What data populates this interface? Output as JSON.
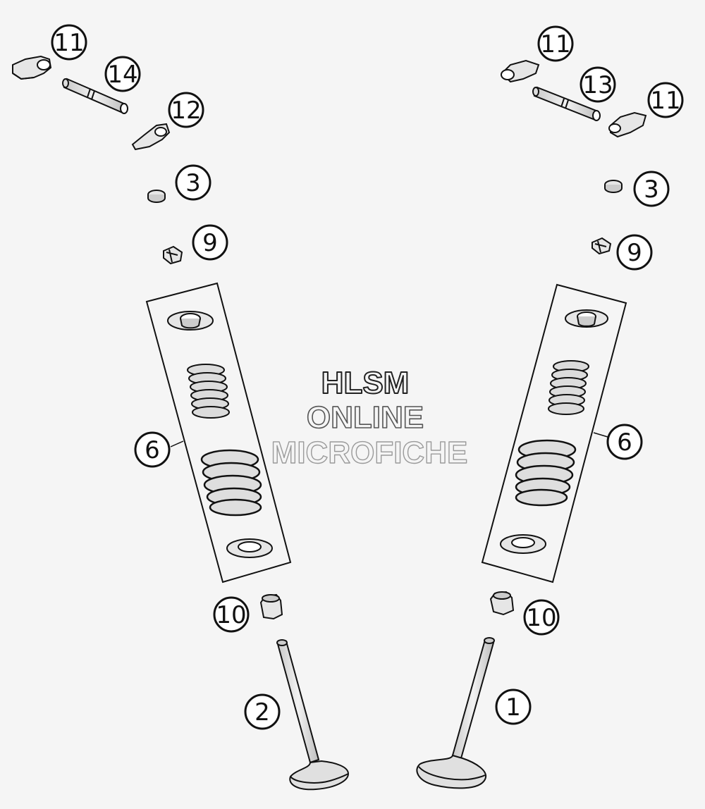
{
  "diagram": {
    "callouts": [
      {
        "id": "left-rocker-arm-11",
        "label": "11"
      },
      {
        "id": "left-rocker-shaft-14",
        "label": "14"
      },
      {
        "id": "left-rocker-arm-12",
        "label": "12"
      },
      {
        "id": "left-shim-3",
        "label": "3"
      },
      {
        "id": "left-keepers-9",
        "label": "9"
      },
      {
        "id": "left-spring-kit-6",
        "label": "6"
      },
      {
        "id": "left-valve-seal-10",
        "label": "10"
      },
      {
        "id": "exhaust-valve-2",
        "label": "2"
      },
      {
        "id": "right-rocker-arm-11a",
        "label": "11"
      },
      {
        "id": "right-rocker-shaft-13",
        "label": "13"
      },
      {
        "id": "right-rocker-arm-11b",
        "label": "11"
      },
      {
        "id": "right-shim-3",
        "label": "3"
      },
      {
        "id": "right-keepers-9",
        "label": "9"
      },
      {
        "id": "right-spring-kit-6",
        "label": "6"
      },
      {
        "id": "right-valve-seal-10",
        "label": "10"
      },
      {
        "id": "intake-valve-1",
        "label": "1"
      }
    ],
    "watermark": [
      "HLSM",
      "ONLINE",
      "MICROFICHE"
    ],
    "colors": {
      "background": "#f5f5f5",
      "line": "#111111",
      "part_fill": "#e6e6e6",
      "watermark_stroke": "#222222"
    }
  }
}
